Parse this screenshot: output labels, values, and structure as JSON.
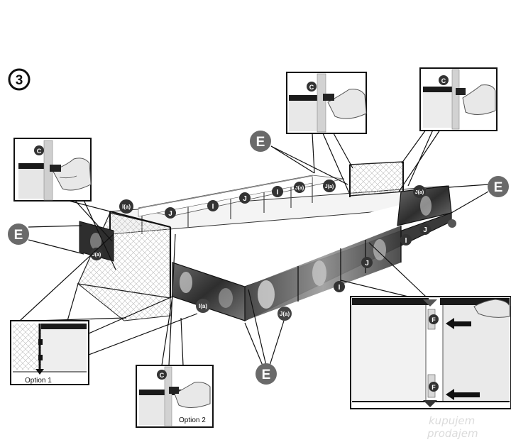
{
  "step_number": "3",
  "callout_letter": "E",
  "detail_letter": "C",
  "fastener_letter": "F",
  "panel_labels": {
    "j": "J",
    "i": "I",
    "ja": "J(a)",
    "ia": "I(a)"
  },
  "options": {
    "option1": "Option 1",
    "option2": "Option 2"
  },
  "watermark": {
    "line1": "kupujem",
    "line2": "prodajem"
  }
}
